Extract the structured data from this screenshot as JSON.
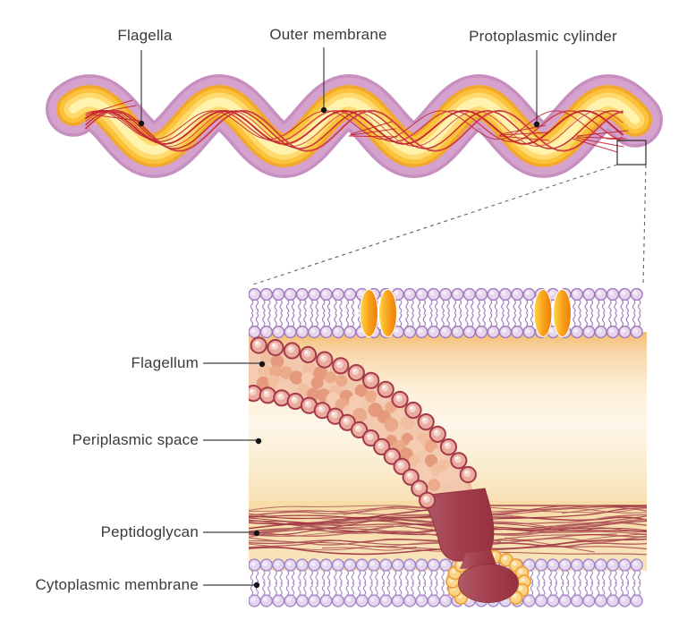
{
  "diagram": {
    "overview_labels": [
      {
        "id": "flagella",
        "text": "Flagella"
      },
      {
        "id": "outer-membrane",
        "text": "Outer membrane"
      },
      {
        "id": "protoplasmic-cylinder",
        "text": "Protoplasmic cylinder"
      }
    ],
    "detail_labels": [
      {
        "id": "flagellum",
        "text": "Flagellum"
      },
      {
        "id": "periplasmic-space",
        "text": "Periplasmic space"
      },
      {
        "id": "peptidoglycan",
        "text": "Peptidoglycan"
      },
      {
        "id": "cytoplasmic-membrane",
        "text": "Cytoplasmic membrane"
      }
    ],
    "colors": {
      "membrane_pink_dark": "#c78fc0",
      "membrane_pink": "#d4a2cd",
      "cylinder_gold_dark": "#f2a82a",
      "cylinder_gold": "#fbc23c",
      "cylinder_gold_light": "#ffda6e",
      "cylinder_core": "#fff3ae",
      "flagella_red": "#c2202e",
      "flagella_red_light": "#cf3a42",
      "lipid_head_fill": "#e7d5ec",
      "lipid_head_highlight": "#f6eef9",
      "lipid_stroke": "#a078bd",
      "cyto_head_fill": "#e4d6f0",
      "cyto_stroke": "#a387c4",
      "protein_yellow": "#ffd84a",
      "protein_orange": "#ed7d0a",
      "periplasm_tan": "#f4bd72",
      "periplasm_cream": "#fdf6e8",
      "peptidoglycan_bg": "#f7dca6",
      "fiber_maroon": "#9c3140",
      "fiber_red": "#a84850",
      "fiber_light": "#b5625f",
      "tube_fill": "#edbb9e",
      "tube_fill_light": "#f3c9ae",
      "bead_fill": "#ecab9f",
      "bead_stroke": "#a4394a",
      "bead_highlight": "#f6d6cd",
      "basal_maroon_light": "#b05a68",
      "basal_maroon": "#a33f4e",
      "basal_maroon_dark": "#96323f",
      "ring_fill": "#fbd488",
      "ring_stroke": "#eea23a",
      "label_text": "#3b3b3b",
      "leader_line": "#3f3f3f",
      "dashed_line": "#666666",
      "zoom_box": "#2c2c2c"
    }
  }
}
